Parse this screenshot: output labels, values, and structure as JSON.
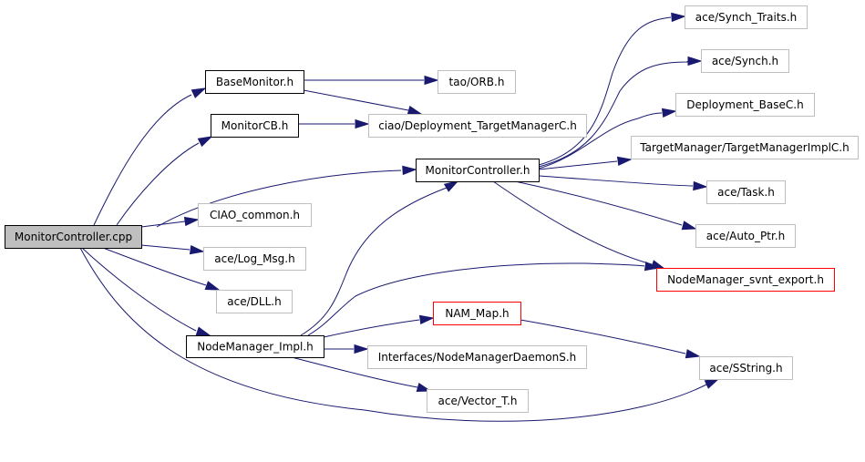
{
  "diagram": {
    "type": "include-dependency-graph",
    "root": "MonitorController.cpp",
    "colors": {
      "edge": "#191970",
      "root_fill": "#bfbfbf",
      "root_border": "#000000",
      "documented_border": "#000000",
      "undocumented_border": "#bfbfbf",
      "missing_border": "#ff0000",
      "node_fill": "#ffffff"
    },
    "nodes": [
      {
        "id": "root",
        "label": "MonitorController.cpp",
        "style": "root"
      },
      {
        "id": "basemonitor",
        "label": "BaseMonitor.h",
        "style": "documented"
      },
      {
        "id": "monitorcb",
        "label": "MonitorCB.h",
        "style": "documented"
      },
      {
        "id": "monitorcontroller_h",
        "label": "MonitorController.h",
        "style": "documented"
      },
      {
        "id": "ciao_common",
        "label": "CIAO_common.h",
        "style": "plain"
      },
      {
        "id": "log_msg",
        "label": "ace/Log_Msg.h",
        "style": "plain"
      },
      {
        "id": "dll",
        "label": "ace/DLL.h",
        "style": "plain"
      },
      {
        "id": "nodemanager_impl",
        "label": "NodeManager_Impl.h",
        "style": "documented"
      },
      {
        "id": "tao_orb",
        "label": "tao/ORB.h",
        "style": "plain"
      },
      {
        "id": "deploy_tm",
        "label": "ciao/Deployment_TargetManagerC.h",
        "style": "plain"
      },
      {
        "id": "synch_traits",
        "label": "ace/Synch_Traits.h",
        "style": "plain"
      },
      {
        "id": "synch",
        "label": "ace/Synch.h",
        "style": "plain"
      },
      {
        "id": "deploy_base",
        "label": "Deployment_BaseC.h",
        "style": "plain"
      },
      {
        "id": "tm_impl",
        "label": "TargetManager/TargetManagerImplC.h",
        "style": "plain"
      },
      {
        "id": "task",
        "label": "ace/Task.h",
        "style": "plain"
      },
      {
        "id": "auto_ptr",
        "label": "ace/Auto_Ptr.h",
        "style": "plain"
      },
      {
        "id": "svnt_export",
        "label": "NodeManager_svnt_export.h",
        "style": "missing"
      },
      {
        "id": "nam_map",
        "label": "NAM_Map.h",
        "style": "missing"
      },
      {
        "id": "nmd_s",
        "label": "Interfaces/NodeManagerDaemonS.h",
        "style": "plain"
      },
      {
        "id": "vector_t",
        "label": "ace/Vector_T.h",
        "style": "plain"
      },
      {
        "id": "sstring",
        "label": "ace/SString.h",
        "style": "plain"
      }
    ],
    "edges": [
      {
        "from": "root",
        "to": "basemonitor"
      },
      {
        "from": "root",
        "to": "monitorcb"
      },
      {
        "from": "root",
        "to": "monitorcontroller_h"
      },
      {
        "from": "root",
        "to": "ciao_common"
      },
      {
        "from": "root",
        "to": "log_msg"
      },
      {
        "from": "root",
        "to": "dll"
      },
      {
        "from": "root",
        "to": "nodemanager_impl"
      },
      {
        "from": "root",
        "to": "sstring"
      },
      {
        "from": "basemonitor",
        "to": "tao_orb"
      },
      {
        "from": "basemonitor",
        "to": "deploy_tm"
      },
      {
        "from": "monitorcb",
        "to": "deploy_tm"
      },
      {
        "from": "monitorcontroller_h",
        "to": "synch_traits"
      },
      {
        "from": "monitorcontroller_h",
        "to": "synch"
      },
      {
        "from": "monitorcontroller_h",
        "to": "deploy_base"
      },
      {
        "from": "monitorcontroller_h",
        "to": "tm_impl"
      },
      {
        "from": "monitorcontroller_h",
        "to": "task"
      },
      {
        "from": "monitorcontroller_h",
        "to": "auto_ptr"
      },
      {
        "from": "monitorcontroller_h",
        "to": "svnt_export"
      },
      {
        "from": "nodemanager_impl",
        "to": "monitorcontroller_h"
      },
      {
        "from": "nodemanager_impl",
        "to": "svnt_export"
      },
      {
        "from": "nodemanager_impl",
        "to": "nam_map"
      },
      {
        "from": "nodemanager_impl",
        "to": "nmd_s"
      },
      {
        "from": "nodemanager_impl",
        "to": "vector_t"
      },
      {
        "from": "nam_map",
        "to": "sstring"
      }
    ]
  }
}
